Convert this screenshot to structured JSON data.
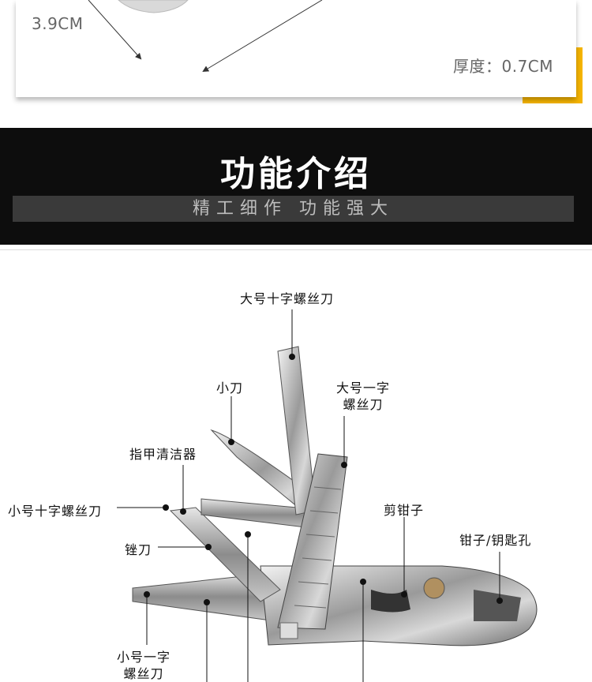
{
  "dimensions": {
    "width_label": "3.9CM",
    "thickness_label": "厚度：0.7CM"
  },
  "banner": {
    "title": "功能介绍",
    "subtitle": "精工细作  功能强大"
  },
  "labels": {
    "large_phillips": "大号十字螺丝刀",
    "knife": "小刀",
    "large_flat_line1": "大号一字",
    "large_flat_line2": "螺丝刀",
    "nail_cleaner": "指甲清洁器",
    "small_phillips": "小号十字螺丝刀",
    "cutter": "剪钳子",
    "pliers_key": "钳子/钥匙孔",
    "file": "锉刀",
    "small_flat_line1": "小号一字",
    "small_flat_line2": "螺丝刀"
  },
  "colors": {
    "accent": "#f5b400",
    "banner_bg": "#0d0d0d",
    "banner_bar": "#3a3a3a"
  }
}
